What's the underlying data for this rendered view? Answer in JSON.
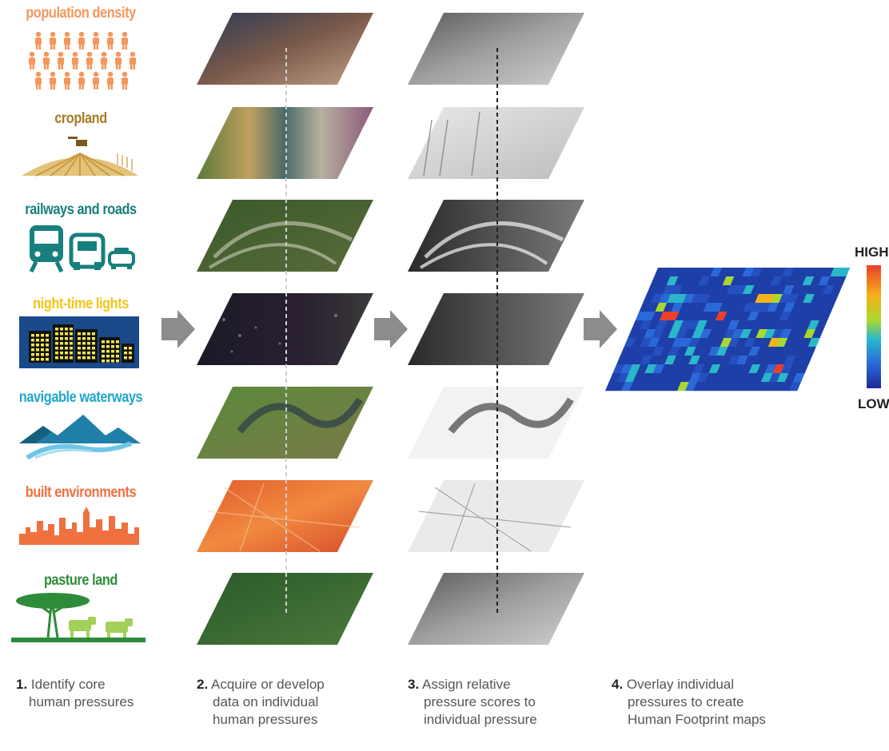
{
  "pressures": [
    {
      "label": "population density",
      "color": "#f4975c"
    },
    {
      "label": "cropland",
      "color": "#a67c25"
    },
    {
      "label": "railways and roads",
      "color": "#177f7d"
    },
    {
      "label": "night-time lights",
      "color": "#f2c519"
    },
    {
      "label": "navigable waterways",
      "color": "#1fa7c9"
    },
    {
      "label": "built environments",
      "color": "#f0703f"
    },
    {
      "label": "pasture land",
      "color": "#2e8b3a"
    }
  ],
  "steps": [
    {
      "num": "1.",
      "line1": "Identify core",
      "line2": "human pressures",
      "line3": ""
    },
    {
      "num": "2.",
      "line1": "Acquire or develop",
      "line2": "data on individual",
      "line3": "human pressures"
    },
    {
      "num": "3.",
      "line1": "Assign relative",
      "line2": "pressure scores to",
      "line3": "individual pressure"
    },
    {
      "num": "4.",
      "line1": "Overlay individual",
      "line2": "pressures to create",
      "line3": "Human Footprint maps"
    }
  ],
  "legend": {
    "high": "HIGH",
    "low": "LOW"
  },
  "colors": {
    "arrow": "#8c8c8c",
    "map_low": "#1e3fa8",
    "map_high": "#e8402a"
  }
}
